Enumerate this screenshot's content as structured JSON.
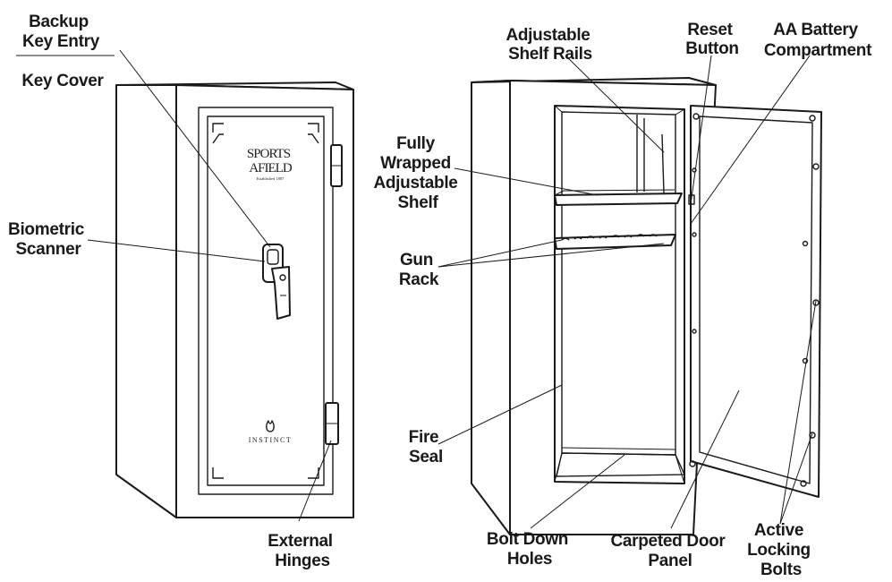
{
  "labels": {
    "backup_key_entry": [
      "Backup",
      "Key Entry"
    ],
    "key_cover": "Key Cover",
    "biometric_scanner": [
      "Biometric",
      "Scanner"
    ],
    "external_hinges": [
      "External",
      "Hinges"
    ],
    "adjustable_shelf_rails": [
      "Adjustable",
      "Shelf Rails"
    ],
    "reset_button": [
      "Reset",
      "Button"
    ],
    "aa_battery_compartment": [
      "AA Battery",
      "Compartment"
    ],
    "fully_wrapped_adjustable_shelf": [
      "Fully",
      "Wrapped",
      "Adjustable",
      "Shelf"
    ],
    "gun_rack": [
      "Gun",
      "Rack"
    ],
    "fire_seal": [
      "Fire",
      "Seal"
    ],
    "bolt_down_holes": [
      "Bolt Down",
      "Holes"
    ],
    "carpeted_door_panel": [
      "Carpeted Door",
      "Panel"
    ],
    "active_locking_bolts": [
      "Active",
      "Locking",
      "Bolts"
    ]
  },
  "branding": {
    "logo_line1": "SPORTS",
    "logo_line2": "AFIELD",
    "logo_tagline": "Established 1887",
    "series": "INSTINCT"
  }
}
